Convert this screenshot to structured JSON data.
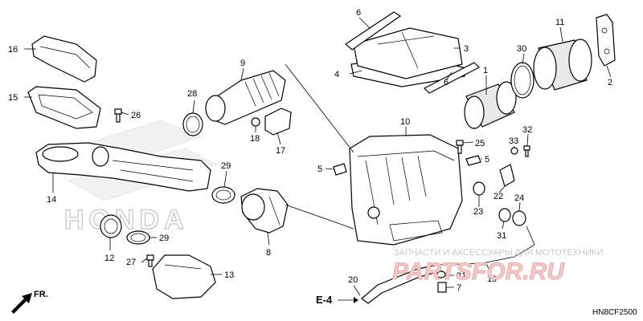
{
  "callouts": {
    "c1": "1",
    "c2": "2",
    "c3": "3",
    "c4": "4",
    "c5a": "5",
    "c5b": "5",
    "c6a": "6",
    "c6b": "6",
    "c7": "7",
    "c8": "8",
    "c9": "9",
    "c10": "10",
    "c11": "11",
    "c12": "12",
    "c13": "13",
    "c14": "14",
    "c15": "15",
    "c16": "16",
    "c17": "17",
    "c18": "18",
    "c19": "19",
    "c20": "20",
    "c21": "21",
    "c22": "22",
    "c23": "23",
    "c24": "24",
    "c25": "25",
    "c26": "26",
    "c27": "27",
    "c28": "28",
    "c29a": "29",
    "c29b": "29",
    "c30": "30",
    "c31": "31",
    "c32": "32",
    "c33": "33"
  },
  "reference": {
    "e4": "E-4",
    "front": "FR."
  },
  "watermark": {
    "brand": "HONDA",
    "site_caption": "ЗАПЧАСТИ И АКСЕССУАРЫ ДЛЯ МОТОТЕХНИКИ",
    "site_logo": "PARTSFOR.RU"
  },
  "diagram_code": "HN8CF2500"
}
